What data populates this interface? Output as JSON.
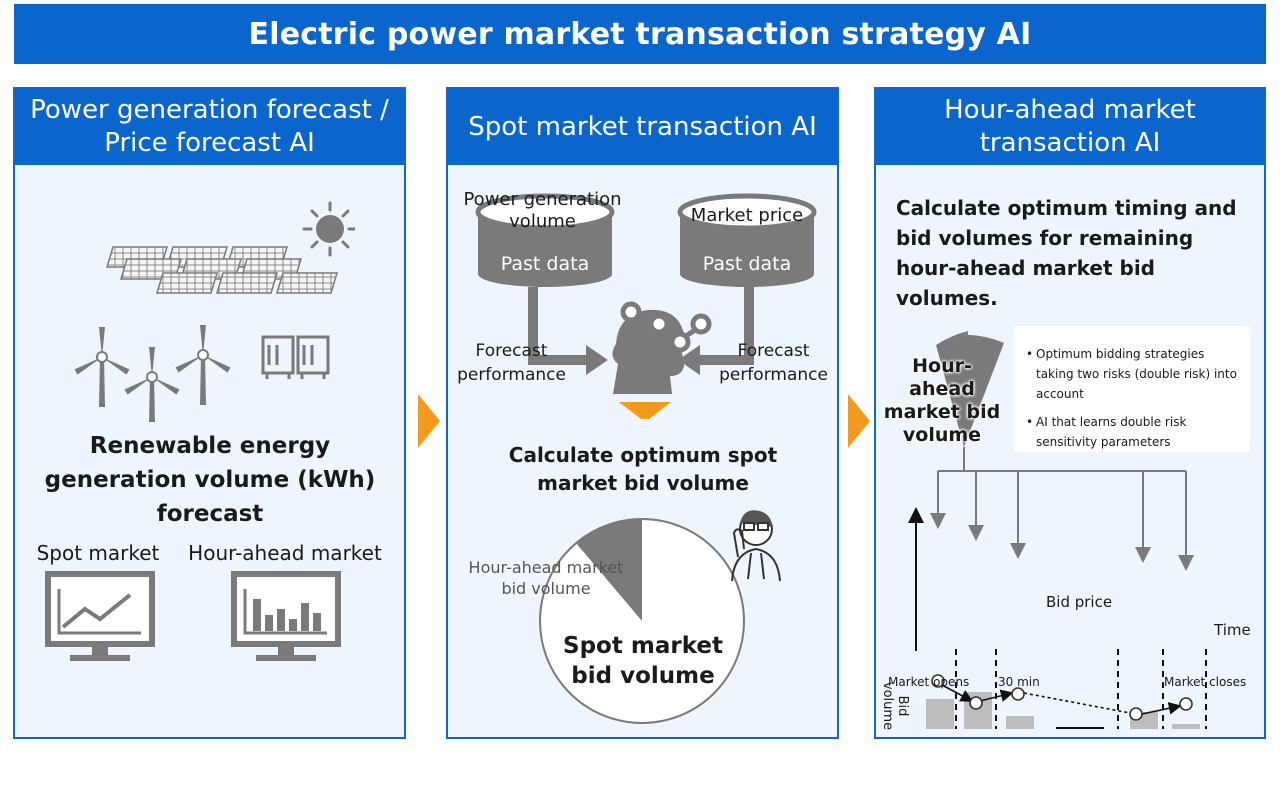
{
  "title": "Electric power market transaction strategy AI",
  "panel1": {
    "header": "Power generation forecast / Price forecast AI",
    "forecast_text": "Renewable energy generation volume (kWh) forecast",
    "spot_market": "Spot market",
    "hour_ahead_market": "Hour-ahead market"
  },
  "panel2": {
    "header": "Spot market transaction AI",
    "db1_label": "Power generation volume",
    "db1_sub": "Past data",
    "db2_label": "Market price",
    "db2_sub": "Past data",
    "left_flow": "Forecast performance",
    "right_flow": "Forecast performance",
    "calc_text": "Calculate optimum spot market bid volume",
    "pie_small_label": "Hour-ahead market bid volume",
    "pie_big_label": "Spot market bid volume"
  },
  "panel3": {
    "header": "Hour-ahead market transaction AI",
    "calc_text": "Calculate optimum timing and bid volumes for remaining hour-ahead market bid volumes.",
    "pie_label": "Hour-ahead market bid volume",
    "bullets": [
      "Optimum bidding strategies taking two risks (double risk) into account",
      "AI that learns double risk sensitivity parameters"
    ],
    "y_axis": "Bid volume",
    "x_axis": "Time",
    "bid_price": "Bid price",
    "market_opens": "Market opens",
    "interval": "30 min",
    "market_closes": "Market closes"
  },
  "colors": {
    "primary_blue": "#0a66cc",
    "panel_bg": "#eef5fc",
    "arrow_orange": "#f39a1e",
    "icon_gray": "#7a7a7a"
  }
}
